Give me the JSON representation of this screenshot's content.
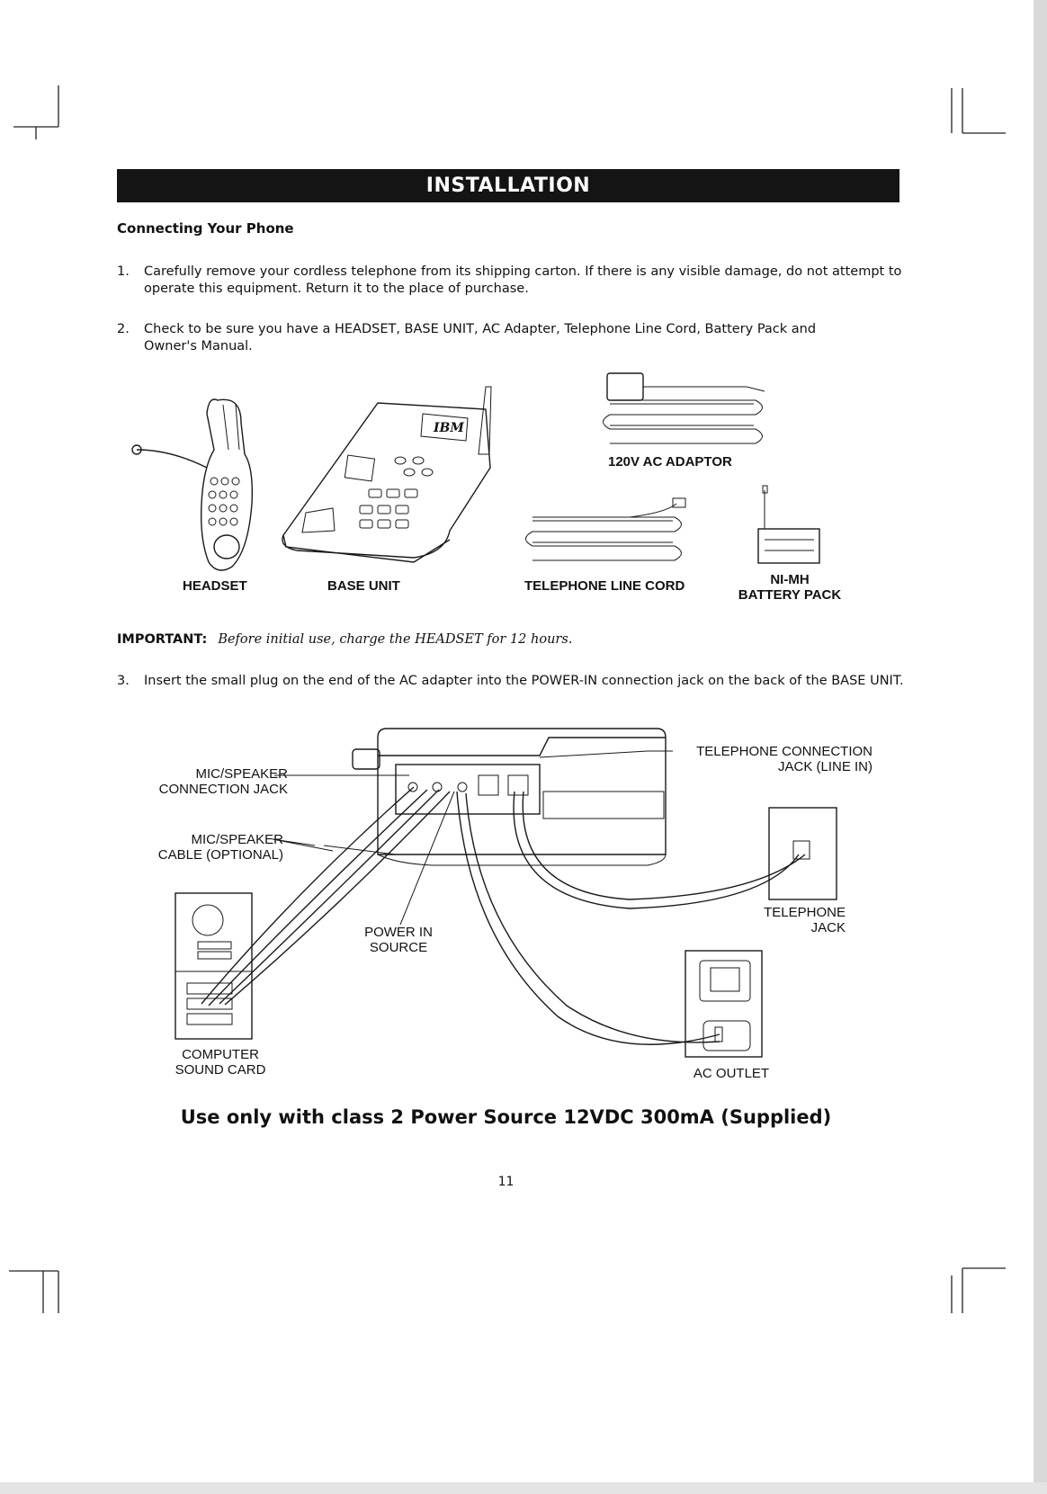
{
  "header": {
    "title": "INSTALLATION"
  },
  "section": {
    "heading": "Connecting Your Phone"
  },
  "steps": [
    {
      "num": "1.",
      "text": "Carefully remove your cordless telephone from its shipping carton.  If there is any visible damage, do not attempt to operate this equipment. Return it to the place of purchase."
    },
    {
      "num": "2.",
      "text": "Check to be sure you have a HEADSET, BASE UNIT, AC Adapter, Telephone Line Cord, Battery Pack and Owner's Manual."
    },
    {
      "num": "3.",
      "text": "Insert the small plug on the end of the AC adapter into the POWER-IN connection jack on the back of the BASE UNIT."
    }
  ],
  "components": {
    "headset": "HEADSET",
    "base_unit": "BASE UNIT",
    "ac_adaptor": "120V AC ADAPTOR",
    "line_cord": "TELEPHONE LINE CORD",
    "battery_line1": "NI-MH",
    "battery_line2": "BATTERY PACK",
    "base_logo": "IBM"
  },
  "important": {
    "label": "IMPORTANT:",
    "text": "Before initial use, charge the HEADSET for 12 hours."
  },
  "diagram": {
    "mic_jack_1": "MIC/SPEAKER",
    "mic_jack_2": "CONNECTION JACK",
    "mic_cable_1": "MIC/SPEAKER",
    "mic_cable_2": "CABLE (OPTIONAL)",
    "tel_conn_1": "TELEPHONE CONNECTION",
    "tel_conn_2": "JACK (LINE IN)",
    "power_in_1": "POWER IN",
    "power_in_2": "SOURCE",
    "tel_jack_1": "TELEPHONE",
    "tel_jack_2": "JACK",
    "sound_card_1": "COMPUTER",
    "sound_card_2": "SOUND CARD",
    "ac_outlet": "AC OUTLET"
  },
  "footer": {
    "note": "Use only with class 2 Power Source 12VDC 300mA (Supplied)",
    "page": "11"
  }
}
